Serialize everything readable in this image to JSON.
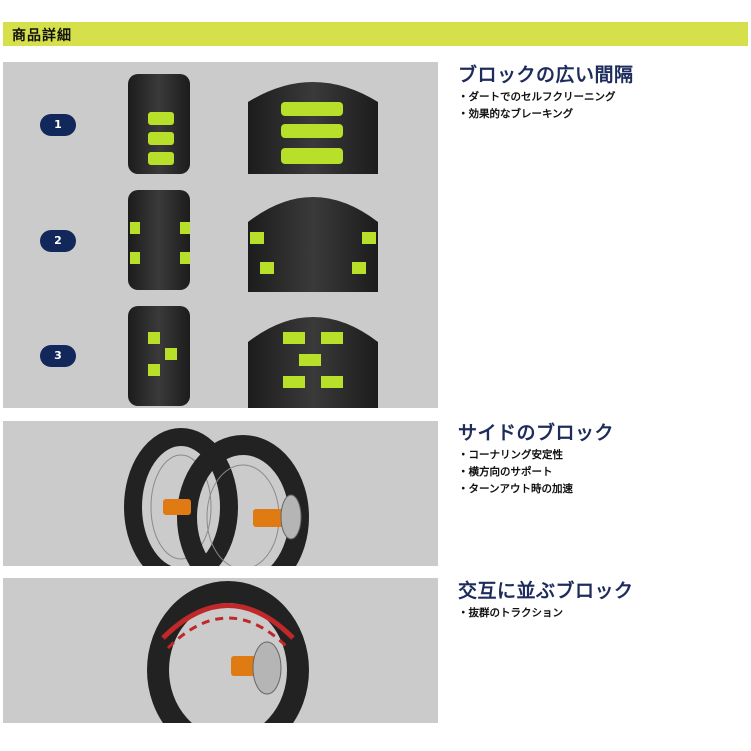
{
  "header": {
    "title": "商品詳細"
  },
  "badges": [
    "1",
    "2",
    "3"
  ],
  "sections": [
    {
      "title": "ブロックの広い間隔",
      "bullets": [
        "・ダートでのセルフクリーニング",
        "・効果的なブレーキング"
      ]
    },
    {
      "title": "サイドのブロック",
      "bullets": [
        "・コーナリング安定性",
        "・横方向のサポート",
        "・ターンアウト時の加速"
      ]
    },
    {
      "title": "交互に並ぶブロック",
      "bullets": [
        "・抜群のトラクション"
      ]
    }
  ],
  "colors": {
    "accent": "#d6e04a",
    "highlight": "#b8e02a",
    "badge": "#12285a",
    "title": "#1d2c5c",
    "hub": "#e07a12"
  },
  "icons": [
    "tire-tread-image",
    "wheel-pair-image",
    "wheel-with-highlighted-blocks-image"
  ]
}
